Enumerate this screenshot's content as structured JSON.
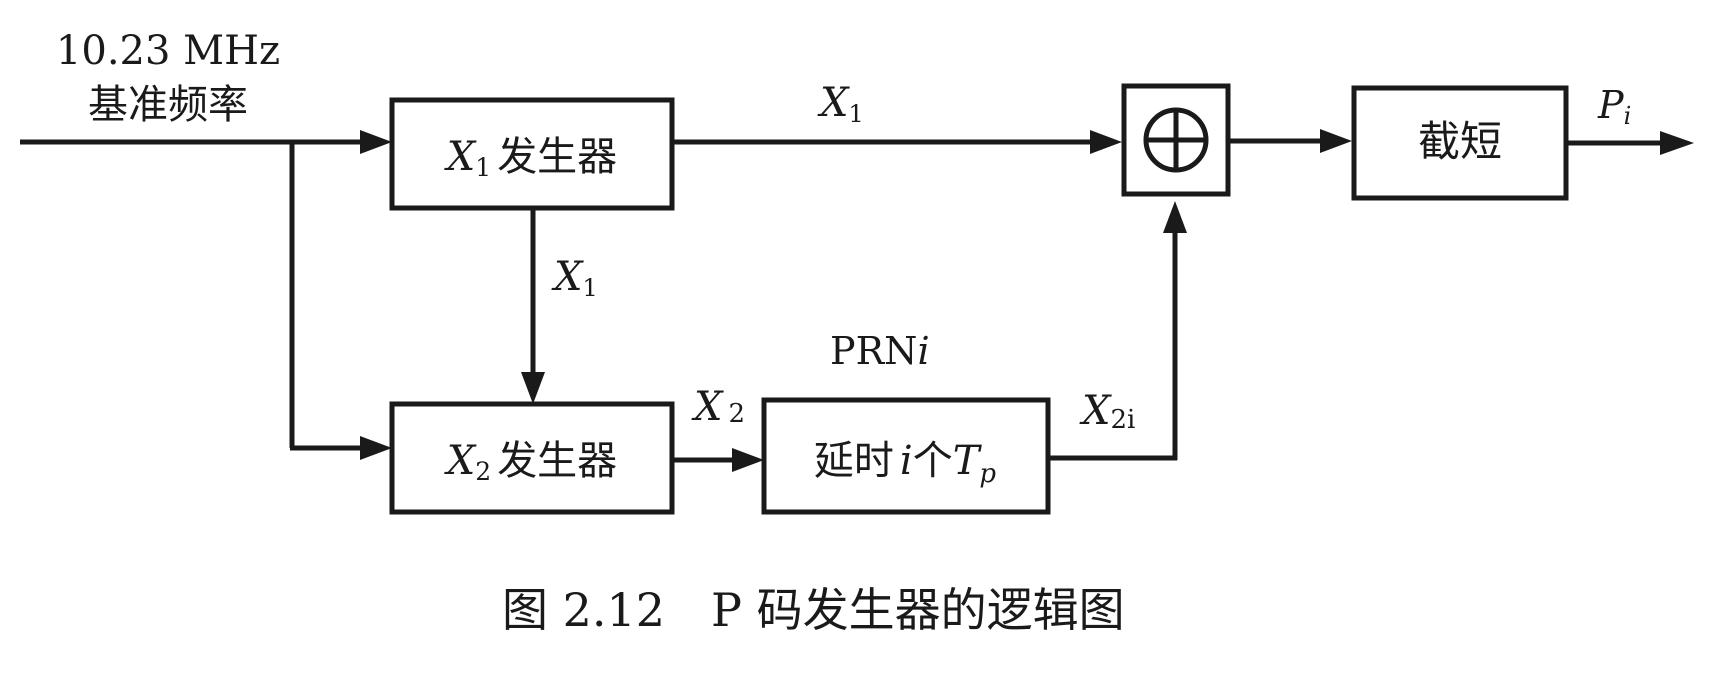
{
  "input": {
    "freq": "10.23 MHz",
    "name": "基准频率"
  },
  "blocks": {
    "x1_gen": {
      "var": "X",
      "sub": "1",
      "text": "发生器"
    },
    "x2_gen": {
      "var": "X",
      "sub": "2",
      "text": "发生器"
    },
    "delay": {
      "pre": "延时",
      "var_i": "i",
      "mid": "个",
      "var_T": "T",
      "sub": "p"
    },
    "truncate": "截短"
  },
  "signals": {
    "x1_top": {
      "var": "X",
      "sub": "1"
    },
    "x1_down": {
      "var": "X",
      "sub": "1"
    },
    "x2": {
      "var": "X",
      "sub": "2"
    },
    "x2i": {
      "var": "X",
      "sub": "2i"
    },
    "prn": {
      "text": "PRN",
      "var": "i"
    },
    "out": {
      "var": "P",
      "sub": "i"
    }
  },
  "caption": {
    "number": "图 2.12",
    "title": "P 码发生器的逻辑图"
  },
  "colors": {
    "ink": "#1a1a1a",
    "background": "#ffffff"
  },
  "icons": {
    "xor": "circled-plus-icon"
  }
}
